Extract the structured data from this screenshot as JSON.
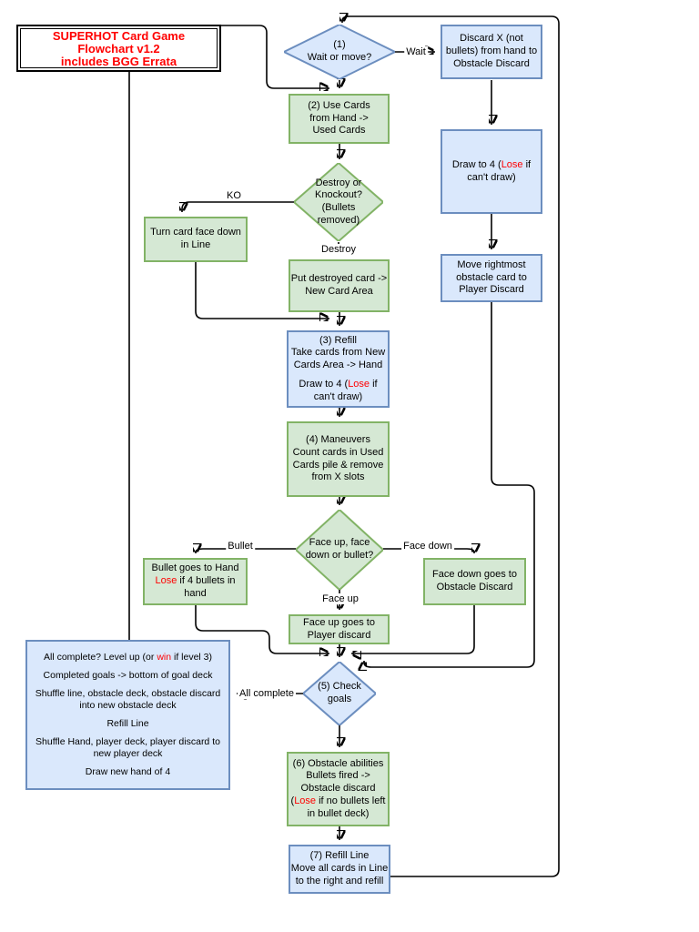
{
  "palette": {
    "blue_fill": "#dae8fc",
    "blue_border": "#6c8ebf",
    "green_fill": "#d5e8d4",
    "green_border": "#82b366",
    "edge_line": "#000000",
    "alert_red": "#ff0000",
    "background": "#ffffff"
  },
  "title_box": {
    "lines": [
      [
        {
          "t": "SUPERHOT Card Game"
        }
      ],
      [
        {
          "t": "Flowchart v1.2"
        }
      ],
      [
        {
          "t": "includes BGG Errata"
        }
      ]
    ]
  },
  "edge_labels": {
    "wait": "Wait",
    "ko": "KO",
    "destroy": "Destroy",
    "bullet": "Bullet",
    "face_down": "Face down",
    "face_up": "Face up",
    "all_complete": "All complete"
  },
  "nodes": {
    "wait_or_move": {
      "lines": [
        [
          {
            "t": "(1)"
          }
        ],
        [
          {
            "t": "Wait or move?"
          }
        ]
      ]
    },
    "discard_x": {
      "lines": [
        [
          {
            "t": "Discard X (not"
          }
        ],
        [
          {
            "t": "bullets) from hand to"
          }
        ],
        [
          {
            "t": "Obstacle Discard"
          }
        ]
      ]
    },
    "draw_to_4": {
      "lines": [
        [
          {
            "t": "Draw to 4 ("
          },
          {
            "t": "Lose",
            "c": "#ff0000"
          },
          {
            "t": " if"
          }
        ],
        [
          {
            "t": "can't draw)"
          }
        ]
      ]
    },
    "move_rightmost": {
      "lines": [
        [
          {
            "t": "Move rightmost"
          }
        ],
        [
          {
            "t": "obstacle card to"
          }
        ],
        [
          {
            "t": "Player Discard"
          }
        ]
      ]
    },
    "use_cards": {
      "lines": [
        [
          {
            "t": "(2) Use Cards"
          }
        ],
        [
          {
            "t": "from Hand ->"
          }
        ],
        [
          {
            "t": "Used Cards"
          }
        ]
      ]
    },
    "destroy_or_knockout": {
      "lines": [
        [
          {
            "t": "Destroy or"
          }
        ],
        [
          {
            "t": "Knockout?"
          }
        ],
        [
          {
            "t": "(Bullets"
          }
        ],
        [
          {
            "t": "removed)"
          }
        ]
      ]
    },
    "turn_card": {
      "lines": [
        [
          {
            "t": "Turn card face down"
          }
        ],
        [
          {
            "t": "in Line"
          }
        ]
      ]
    },
    "put_destroyed": {
      "lines": [
        [
          {
            "t": "Put destroyed card ->"
          }
        ],
        [
          {
            "t": "New Card Area"
          }
        ]
      ]
    },
    "refill": {
      "lines": [
        [
          {
            "t": "(3) Refill"
          }
        ],
        [
          {
            "t": "Take cards from New"
          }
        ],
        [
          {
            "t": "Cards Area -> Hand"
          }
        ],
        [],
        [
          {
            "t": "Draw to 4 ("
          },
          {
            "t": "Lose",
            "c": "#ff0000"
          },
          {
            "t": " if"
          }
        ],
        [
          {
            "t": "can't draw)"
          }
        ]
      ]
    },
    "maneuvers": {
      "lines": [
        [
          {
            "t": "(4) Maneuvers"
          }
        ],
        [
          {
            "t": "Count cards in Used"
          }
        ],
        [
          {
            "t": "Cards pile & remove"
          }
        ],
        [
          {
            "t": "from X slots"
          }
        ]
      ]
    },
    "face_up_down_bullet": {
      "lines": [
        [
          {
            "t": "Face up, face"
          }
        ],
        [
          {
            "t": "down or bullet?"
          }
        ]
      ]
    },
    "bullet_to_hand": {
      "lines": [
        [
          {
            "t": "Bullet goes to Hand"
          }
        ],
        [
          {
            "t": "Lose",
            "c": "#ff0000"
          },
          {
            "t": " if 4 bullets in"
          }
        ],
        [
          {
            "t": "hand"
          }
        ]
      ]
    },
    "face_down_obstacle": {
      "lines": [
        [
          {
            "t": "Face down goes to"
          }
        ],
        [
          {
            "t": "Obstacle Discard"
          }
        ]
      ]
    },
    "face_up_player": {
      "lines": [
        [
          {
            "t": "Face up goes to"
          }
        ],
        [
          {
            "t": "Player discard"
          }
        ]
      ]
    },
    "check_goals": {
      "lines": [
        [
          {
            "t": "(5) Check"
          }
        ],
        [
          {
            "t": "goals"
          }
        ]
      ]
    },
    "obstacle_abilities": {
      "lines": [
        [
          {
            "t": "(6) Obstacle abilities"
          }
        ],
        [
          {
            "t": "Bullets fired ->"
          }
        ],
        [
          {
            "t": "Obstacle discard"
          }
        ],
        [
          {
            "t": "("
          },
          {
            "t": "Lose",
            "c": "#ff0000"
          },
          {
            "t": " if no bullets left"
          }
        ],
        [
          {
            "t": "in bullet deck)"
          }
        ]
      ]
    },
    "refill_line": {
      "lines": [
        [
          {
            "t": "(7) Refill Line"
          }
        ],
        [
          {
            "t": "Move all cards in Line"
          }
        ],
        [
          {
            "t": "to the right and refill"
          }
        ]
      ]
    },
    "level_up": {
      "lines": [
        [
          {
            "t": "All complete? Level up (or "
          },
          {
            "t": "win",
            "c": "#ff0000"
          },
          {
            "t": " if level 3)"
          }
        ],
        [],
        [
          {
            "t": "Completed goals -> bottom of goal deck"
          }
        ],
        [],
        [
          {
            "t": "Shuffle line, obstacle deck, obstacle discard"
          }
        ],
        [
          {
            "t": "into new obstacle deck"
          }
        ],
        [],
        [
          {
            "t": "Refill Line"
          }
        ],
        [],
        [
          {
            "t": "Shuffle Hand, player deck, player discard to"
          }
        ],
        [
          {
            "t": "new player deck"
          }
        ],
        [],
        [
          {
            "t": "Draw new hand of 4"
          }
        ]
      ]
    }
  }
}
